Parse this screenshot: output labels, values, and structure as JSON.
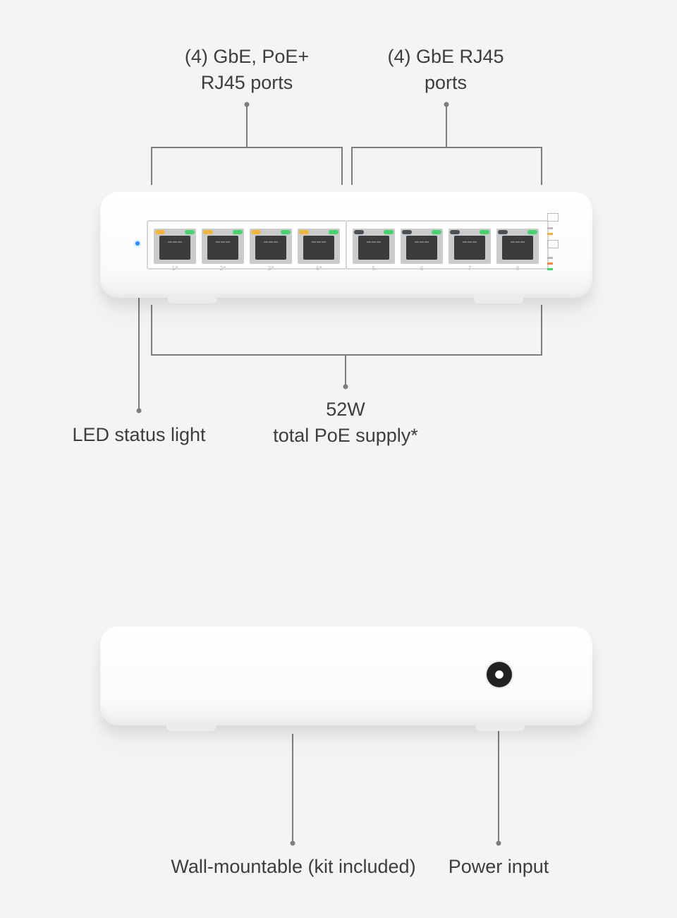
{
  "callouts": {
    "poe_ports": [
      "(4) GbE, PoE+",
      "RJ45 ports"
    ],
    "gbe_ports": [
      "(4) GbE RJ45",
      "ports"
    ],
    "poe_supply": [
      "52W",
      "total PoE supply*"
    ],
    "led_status": "LED status light",
    "wall_mount": "Wall-mountable (kit included)",
    "power_input": "Power input"
  },
  "front_panel": {
    "port_labels": [
      "1⁄*",
      "2⁄*",
      "3⁄*",
      "4⁄*",
      "5",
      "6",
      "7",
      "8"
    ],
    "poe_led_color": "#f2b63a",
    "link_led_color": "#47d36b",
    "status_led_color": "#2d8cff"
  },
  "colors": {
    "background": "#f4f4f4",
    "device_body": "#ffffff",
    "callout_line": "#7d7d7d"
  }
}
